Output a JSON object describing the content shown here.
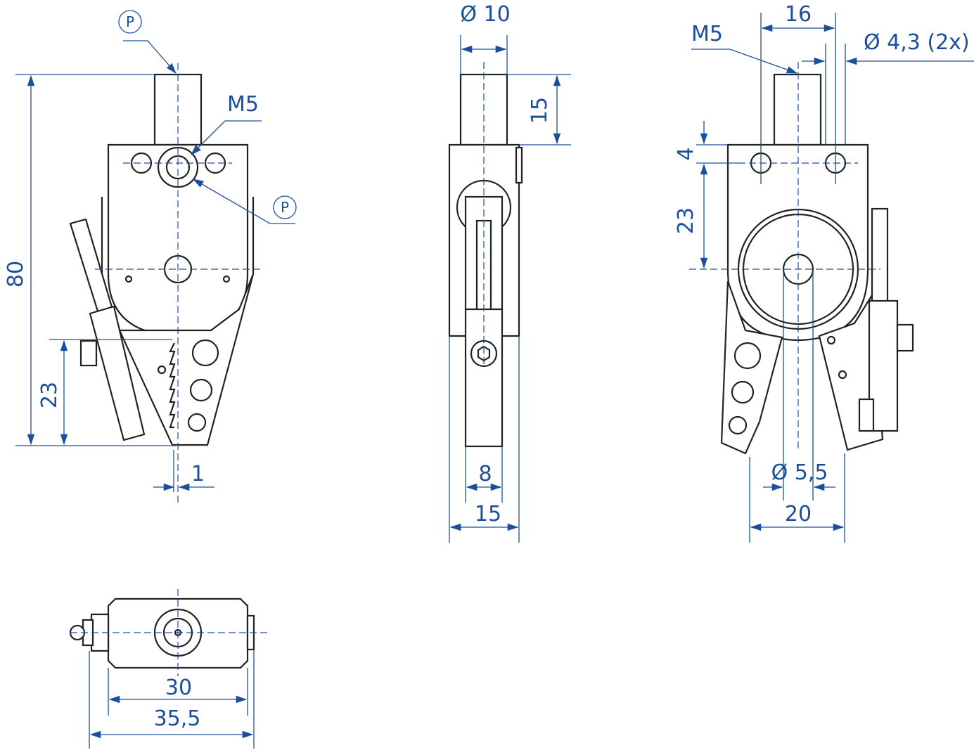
{
  "colors": {
    "dimension": "#1b4f9c",
    "outline": "#222222"
  },
  "front_view": {
    "p_marker_top": "P",
    "p_marker_right": "P",
    "thread": "M5",
    "height_total": "80",
    "height_jaw": "23",
    "offset": "1"
  },
  "side_view": {
    "pin_diameter": "Ø 10",
    "pin_length": "15",
    "jaw_width": "8",
    "body_width": "15"
  },
  "rear_view": {
    "thread": "M5",
    "hole_spacing": "16",
    "hole_diameter": "Ø 4,3 (2x)",
    "hole_offset": "4",
    "pivot_height": "23",
    "pivot_diameter": "Ø 5,5",
    "jaw_opening": "20"
  },
  "top_view": {
    "body_length": "30",
    "overall_length": "35,5"
  }
}
